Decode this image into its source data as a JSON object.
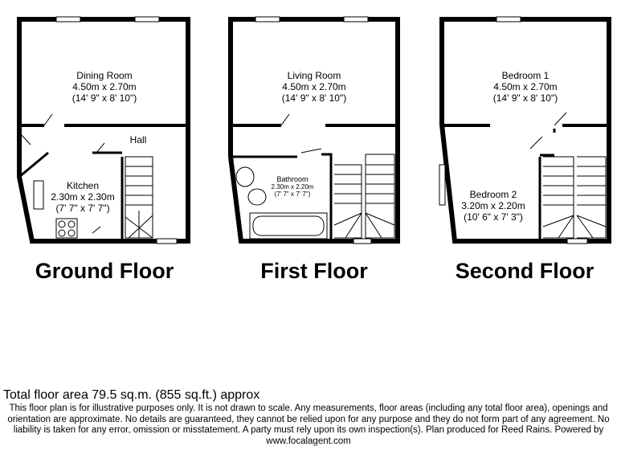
{
  "floors": [
    {
      "title": "Ground Floor",
      "rooms": [
        {
          "name": "Dining Room",
          "metric": "4.50m x 2.70m",
          "imperial": "(14' 9\" x 8' 10\")"
        },
        {
          "name": "Hall"
        },
        {
          "name": "Kitchen",
          "metric": "2.30m x 2.30m",
          "imperial": "(7' 7\" x 7' 7\")"
        }
      ]
    },
    {
      "title": "First Floor",
      "rooms": [
        {
          "name": "Living Room",
          "metric": "4.50m x 2.70m",
          "imperial": "(14' 9\" x 8' 10\")"
        },
        {
          "name": "Bathroom",
          "metric": "2.30m x 2.20m",
          "imperial": "(7' 7\" x 7' 7\")"
        }
      ]
    },
    {
      "title": "Second Floor",
      "rooms": [
        {
          "name": "Bedroom 1",
          "metric": "4.50m x 2.70m",
          "imperial": "(14' 9\" x 8' 10\")"
        },
        {
          "name": "Bedroom 2",
          "metric": "3.20m x 2.20m",
          "imperial": "(10' 6\" x 7' 3\")"
        }
      ]
    }
  ],
  "footer": {
    "total_area": "Total floor area 79.5 sq.m. (855 sq.ft.) approx",
    "disclaimer": "This floor plan is for illustrative purposes only. It is not drawn to scale. Any measurements, floor areas (including any total floor area), openings and orientation are approximate. No details are guaranteed, they cannot be relied upon for any purpose and they do not form part of any agreement. No liability is taken for any error, omission or misstatement. A party must rely upon its own inspection(s). Plan produced for Reed Rains. Powered by www.focalagent.com"
  }
}
